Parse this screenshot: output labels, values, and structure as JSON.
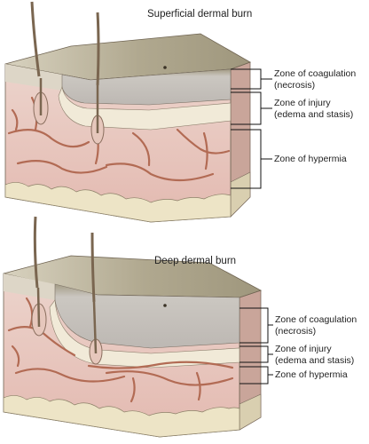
{
  "panels": [
    {
      "title": "Superficial dermal burn",
      "zones": [
        {
          "label": "Zone of coagulation\n(necrosis)"
        },
        {
          "label": "Zone of injury\n(edema and stasis)"
        },
        {
          "label": "Zone of hypermia"
        }
      ]
    },
    {
      "title": "Deep dermal burn",
      "zones": [
        {
          "label": "Zone of coagulation\n(necrosis)"
        },
        {
          "label": "Zone of injury\n(edema and stasis)"
        },
        {
          "label": "Zone of hypermia"
        }
      ]
    }
  ],
  "colors": {
    "epidermis": "#d9d2c0",
    "burn_top": "#a8a088",
    "necrosis": "#c8c4bc",
    "edema": "#efe8d6",
    "dermis": "#e9c9c0",
    "fat": "#ede6c8",
    "vessel": "#b06a52",
    "hair": "#7a6650",
    "bracket": "#111111"
  }
}
